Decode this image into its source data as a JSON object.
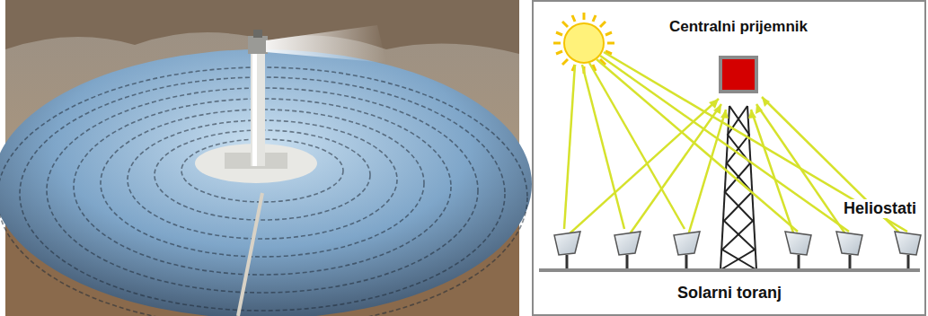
{
  "diagram": {
    "caption": "Solarni toranj",
    "nodes": [
      {
        "text": [
          "Centralni prijemnik"
        ]
      }
    ],
    "labels": [
      "Heliostati"
    ]
  }
}
